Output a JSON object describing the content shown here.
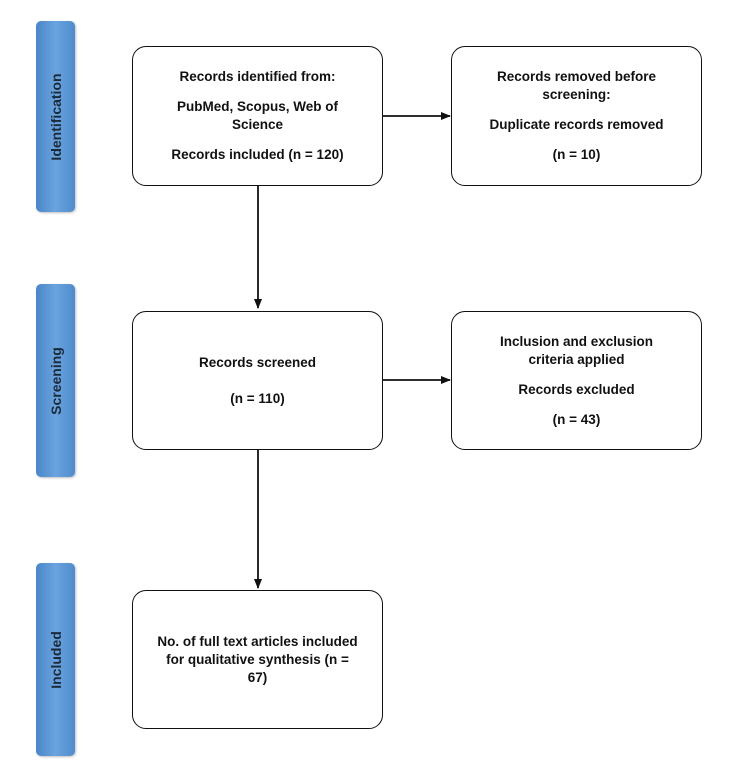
{
  "stages": {
    "identification": "Identification",
    "screening": "Screening",
    "included": "Included"
  },
  "boxes": {
    "records_identified": {
      "line1": "Records identified from:",
      "line2": "PubMed, Scopus, Web of Science",
      "line3": "Records included (n = 120)"
    },
    "records_removed": {
      "line1": "Records removed before screening:",
      "line2": "Duplicate records removed",
      "line3": "(n = 10)"
    },
    "records_screened": {
      "line1": "Records screened",
      "line2": "(n = 110)"
    },
    "records_excluded": {
      "line1": "Inclusion and exclusion criteria applied",
      "line2": "Records excluded",
      "line3": "(n = 43)"
    },
    "full_text_included": {
      "line1": "No. of full text articles included for qualitative synthesis (n = 67)"
    }
  }
}
